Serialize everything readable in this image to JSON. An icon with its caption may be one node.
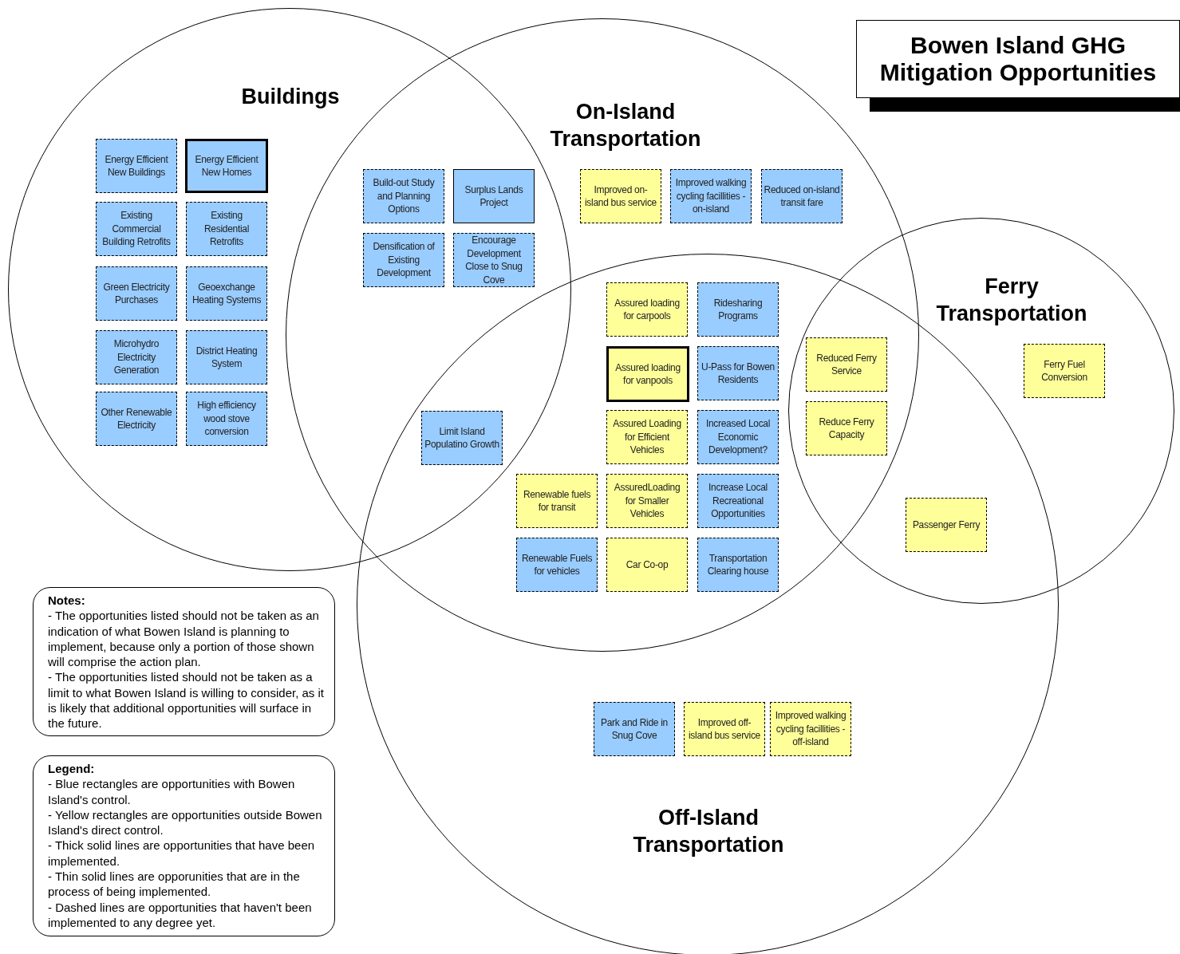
{
  "diagram": {
    "title": "Bowen Island GHG Mitigation Opportunities",
    "nodes": [
      {
        "text": [
          "Buildings"
        ]
      },
      {
        "text": [
          "Energy Efficient New Buildings"
        ],
        "in": 0
      },
      {
        "text": [
          "Energy Efficient New Homes"
        ],
        "in": 0
      },
      {
        "text": [
          "Existing Commercial Building Retrofits"
        ],
        "in": 0
      },
      {
        "text": [
          "Existing Residential Retrofits"
        ],
        "in": 0
      },
      {
        "text": [
          "Green Electricity Purchases"
        ],
        "in": 0
      },
      {
        "text": [
          "Geoexchange Heating Systems"
        ],
        "in": 0
      },
      {
        "text": [
          "Microhydro Electricity Generation"
        ],
        "in": 0
      },
      {
        "text": [
          "District Heating System"
        ],
        "in": 0
      },
      {
        "text": [
          "Other Renewable Electricity"
        ],
        "in": 0
      },
      {
        "text": [
          "High efficiency wood stove conversion"
        ],
        "in": 0
      },
      {
        "text": [
          "On-Island Transportation"
        ]
      },
      {
        "text": [
          "Build-out Study and Planning Options"
        ]
      },
      {
        "text": [
          "Surplus Lands Project"
        ]
      },
      {
        "text": [
          "Densification of Existing Development"
        ]
      },
      {
        "text": [
          "Encourage Development Close to Snug Cove"
        ]
      },
      {
        "text": [
          "Improved on-island bus service"
        ],
        "in": 11
      },
      {
        "text": [
          "Improved walking cycling facillities - on-island"
        ],
        "in": 11
      },
      {
        "text": [
          "Reduced on-island transit fare"
        ],
        "in": 11
      },
      {
        "text": [
          "Ferry Transportation"
        ]
      },
      {
        "text": [
          "Ferry Fuel Conversion"
        ],
        "in": 19
      },
      {
        "text": [
          "Reduced Ferry Service"
        ]
      },
      {
        "text": [
          "Reduce Ferry Capacity"
        ]
      },
      {
        "text": [
          "Limit Island Populatino Growth"
        ]
      },
      {
        "text": [
          "Assured loading for carpools"
        ]
      },
      {
        "text": [
          "Ridesharing Programs"
        ]
      },
      {
        "text": [
          "Assured loading for vanpools"
        ]
      },
      {
        "text": [
          "U-Pass for Bowen Residents"
        ]
      },
      {
        "text": [
          "Assured Loading for Efficient Vehicles"
        ]
      },
      {
        "text": [
          "Increased Local Economic Development?"
        ]
      },
      {
        "text": [
          "Renewable fuels for transit"
        ]
      },
      {
        "text": [
          "AssuredLoading for Smaller Vehicles"
        ]
      },
      {
        "text": [
          "Increase Local Recreational Opportunities"
        ]
      },
      {
        "text": [
          "Renewable Fuels for vehicles"
        ]
      },
      {
        "text": [
          "Car Co-op"
        ]
      },
      {
        "text": [
          "Transportation Clearing house"
        ]
      },
      {
        "text": [
          "Passenger Ferry"
        ]
      },
      {
        "text": [
          "Off-Island Transportation"
        ]
      },
      {
        "text": [
          "Park and Ride in Snug Cove"
        ],
        "in": 37
      },
      {
        "text": [
          "Improved off-island bus service"
        ],
        "in": 37
      },
      {
        "text": [
          "Improved walking cycling facillities - off-island"
        ],
        "in": 37
      },
      {
        "text": [
          "Notes:",
          "- The opportunities listed should not be taken as an indication of what Bowen Island is planning to implement, because only a portion of those shown will comprise the action plan.",
          "- The opportunities listed should not be taken as a limit to what Bowen Island is willing to consider, as it is likely that additional opportunities will surface in the future."
        ]
      },
      {
        "text": [
          "Legend:",
          "- Blue rectangles are opportunities with Bowen Island's control.",
          "- Yellow rectangles are opportunities outside Bowen Island's direct control.",
          "- Thick solid lines are opportunities that have been implemented.",
          "- Thin solid lines are opporunities that are in the process of being implemented.",
          "- Dashed lines are opportunities that haven't been implemented to any degree yet."
        ]
      }
    ]
  }
}
